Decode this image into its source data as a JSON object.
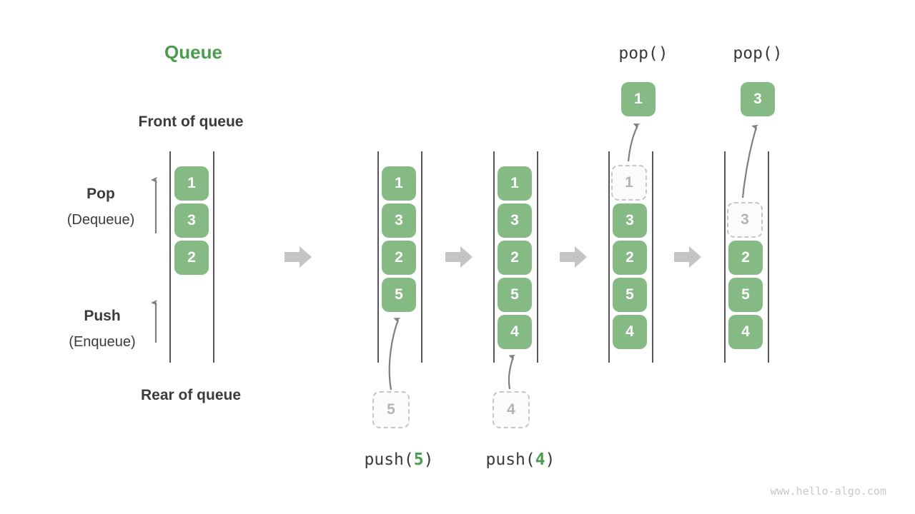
{
  "title": "Queue",
  "side_labels": {
    "front_of_queue": "Front of queue",
    "rear_of_queue": "Rear of queue",
    "pop": "Pop",
    "pop_alias": "(Dequeue)",
    "push": "Push",
    "push_alias": "(Enqueue)"
  },
  "states": [
    {
      "name": "initial",
      "cells": [
        "1",
        "3",
        "2"
      ]
    },
    {
      "name": "after-push-5",
      "cells": [
        "1",
        "3",
        "2",
        "5"
      ],
      "incoming": "5",
      "op": {
        "prefix": "push(",
        "arg": "5",
        "suffix": ")"
      }
    },
    {
      "name": "after-push-4",
      "cells": [
        "1",
        "3",
        "2",
        "5",
        "4"
      ],
      "incoming": "4",
      "op": {
        "prefix": "push(",
        "arg": "4",
        "suffix": ")"
      }
    },
    {
      "name": "after-pop-1",
      "ghost": "1",
      "cells": [
        "3",
        "2",
        "5",
        "4"
      ],
      "popped": "1",
      "op": {
        "label": "pop()"
      }
    },
    {
      "name": "after-pop-3",
      "ghost": "3",
      "cells": [
        "2",
        "5",
        "4"
      ],
      "popped": "3",
      "op": {
        "label": "pop()"
      }
    }
  ],
  "watermark": "www.hello-algo.com",
  "colors": {
    "cell_green": "#85ba85",
    "title_green": "#4a9d4f",
    "arg_green": "#4a9d4f",
    "cell_text": "#ffffff",
    "ghost_border": "#c6c6c6",
    "ghost_text": "#b3b3b3",
    "dark_text": "#3b3b3b",
    "thin_arrow": "#7f7f7f",
    "block_arrow": "#c4c4c4",
    "column_line": "#565656",
    "watermark_gray": "#c9c9c9"
  }
}
